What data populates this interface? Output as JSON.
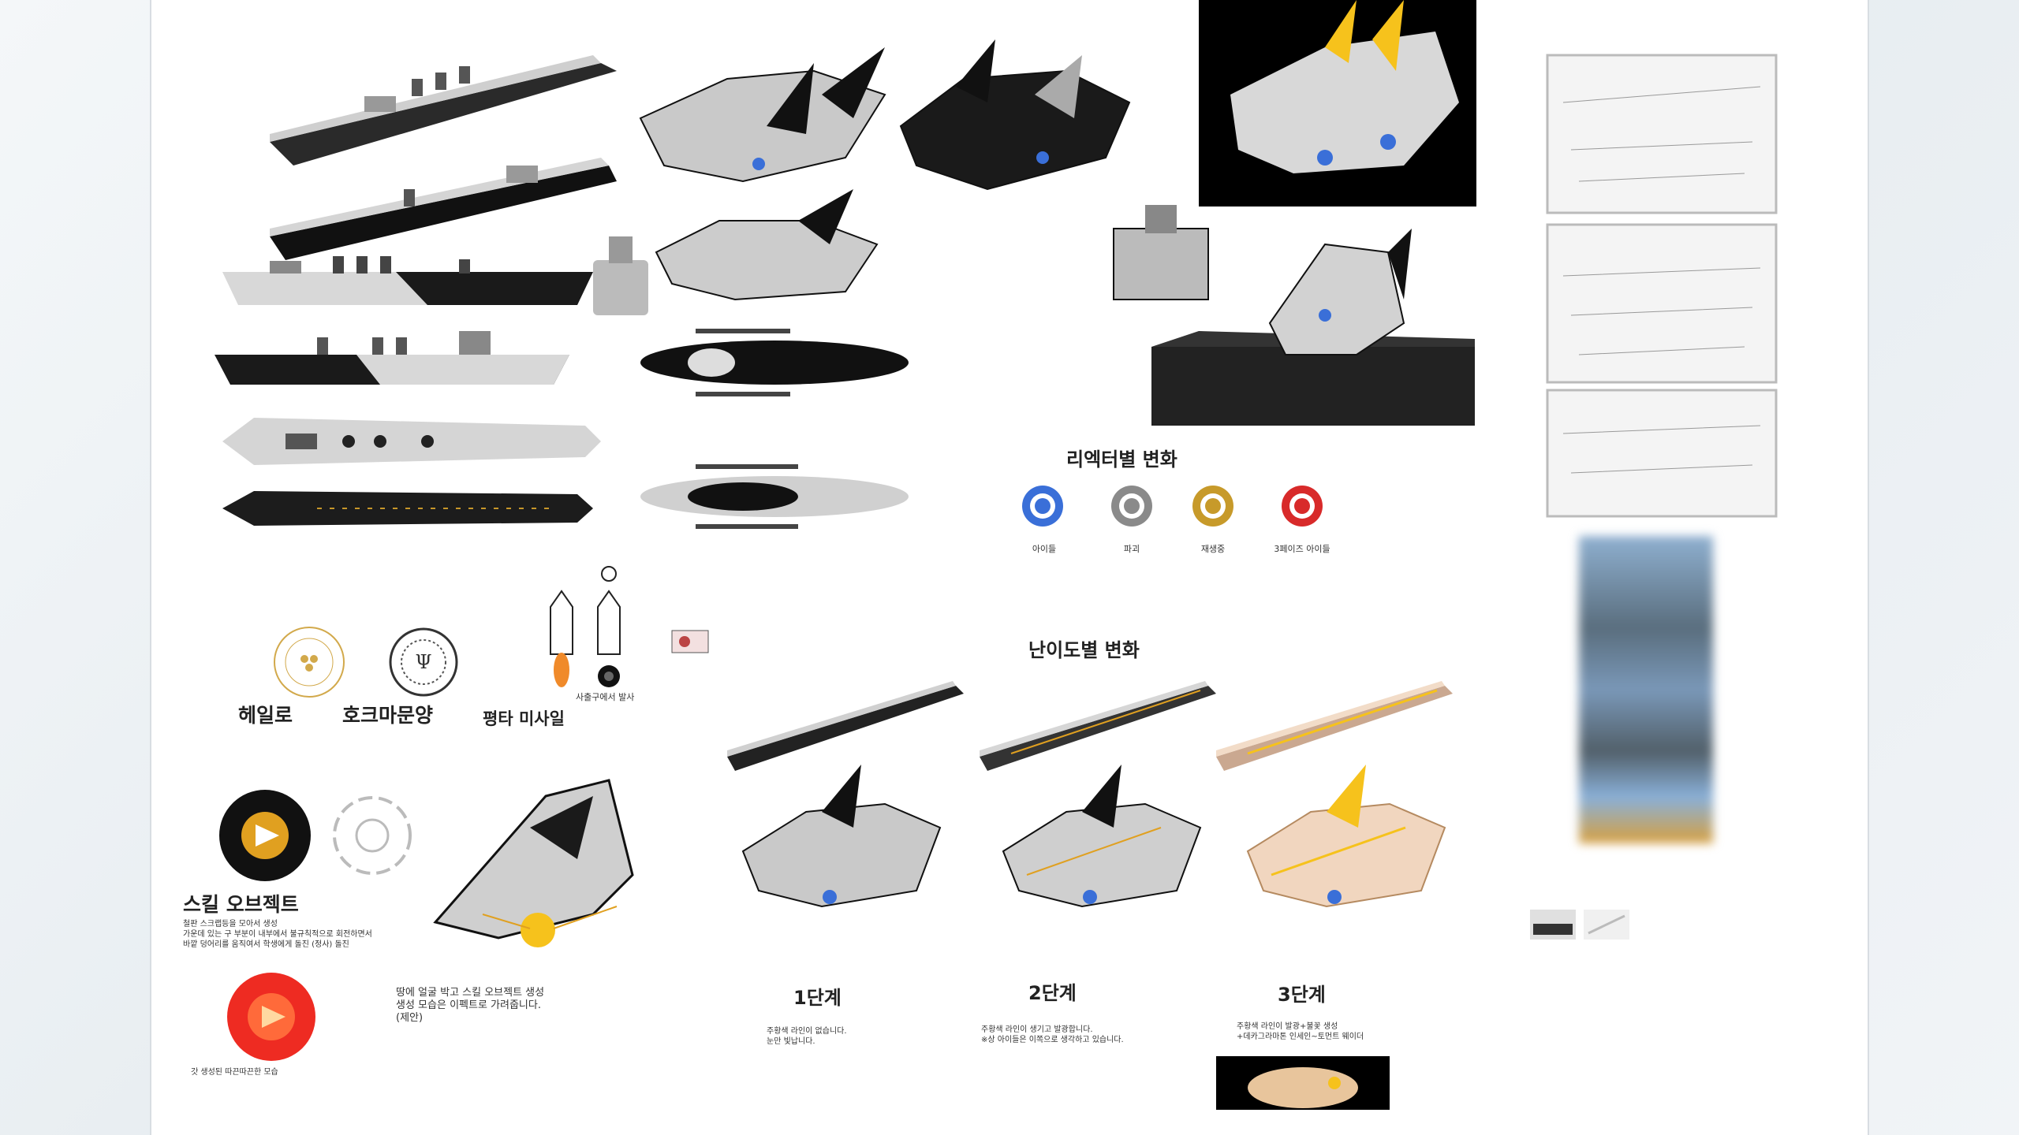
{
  "reactor_section": {
    "title": "리엑터별 변화",
    "items": [
      {
        "label": "아이들",
        "color": "#3a6fd8"
      },
      {
        "label": "파괴",
        "color": "#8a8a8a"
      },
      {
        "label": "재생중",
        "color": "#c79a2a"
      },
      {
        "label": "3페이즈 아이들",
        "color": "#d82a2a"
      }
    ]
  },
  "difficulty_section": {
    "title": "난이도별 변화",
    "stages": [
      {
        "label": "1단계",
        "desc": "주황색 라인이 없습니다.\n눈만 빛납니다."
      },
      {
        "label": "2단계",
        "desc": "주황색 라인이 생기고 발광합니다.\n※상 아이들은 이쪽으로 생각하고 있습니다."
      },
      {
        "label": "3단계",
        "desc": "주황색 라인이 발광+불꽃 생성\n+데카그라마톤 인세인~토먼트 웨이더"
      }
    ]
  },
  "symbols": {
    "halo_label": "헤일로",
    "hawk_label": "호크마문양",
    "missile_label": "평타 미사일",
    "launch_label": "사출구에서 발사"
  },
  "skill": {
    "title": "스킬 오브젝트",
    "desc": "철판 스크랩등을 모아서 생성\n가운데 있는 구 부분이 내부에서 불규칙적으로 회전하면서\n바깥 덩어리를 움직여서 학생에게 돌진 (정사) 돌진",
    "ground_desc": "땅에 얼굴 박고 스킬 오브젝트 생성\n생성 모습은 이펙트로 가려줍니다.\n(제안)",
    "red_caption": "갓 생성된 따끈따끈한 모습"
  },
  "colors": {
    "accent_gold": "#e0a020",
    "reactor_blue": "#3a6fd8",
    "reactor_red": "#d82a2a",
    "sheet_bg": "#ffffff"
  }
}
